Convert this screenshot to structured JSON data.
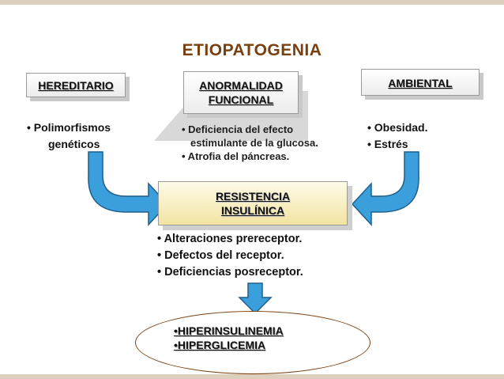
{
  "title": "ETIOPATOGENIA",
  "boxes": {
    "hereditario": "HEREDITARIO",
    "anormalidad_line1": "ANORMALIDAD",
    "anormalidad_line2": "FUNCIONAL",
    "ambiental": "AMBIENTAL",
    "resistencia_line1": "RESISTENCIA",
    "resistencia_line2": "INSULÍNICA"
  },
  "hereditario_items": [
    "• Polimorfismos",
    "genéticos"
  ],
  "anormalidad_items": [
    "• Deficiencia del efecto",
    "estimulante de la glucosa.",
    "• Atrofia del páncreas."
  ],
  "ambiental_items": [
    "• Obesidad.",
    "• Estrés"
  ],
  "resistencia_items": [
    "• Alteraciones prereceptor.",
    "• Defectos del receptor.",
    "• Deficiencias posreceptor."
  ],
  "outcomes": [
    "•HIPERINSULINEMIA",
    "•HIPERGLICEMIA"
  ],
  "colors": {
    "title": "#7a3f0e",
    "arrow_fill": "#3b9fdc",
    "arrow_stroke": "#1f5f8a",
    "box_yellow": "#f3e4a2",
    "ellipse_border": "#7a3f0e"
  },
  "icons": {
    "left_arrow": "curved-arrow-right",
    "right_arrow": "curved-arrow-left",
    "down_arrow": "arrow-down"
  }
}
